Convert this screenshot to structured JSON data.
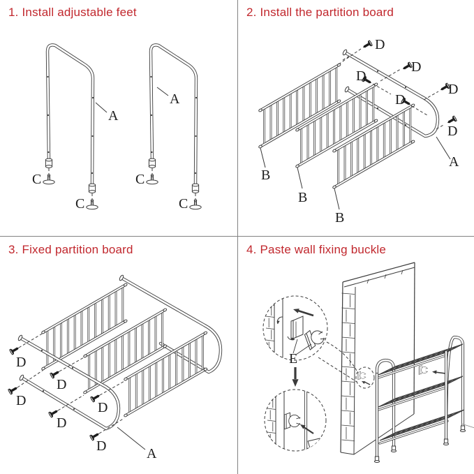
{
  "canvas": {
    "background": "#ffffff",
    "divider_color": "#828282",
    "line_color": "#3a3a3a",
    "accent_color": "#c1272d"
  },
  "panels": [
    {
      "step": "1",
      "title": "1. Install adjustable feet",
      "parts": {
        "frame": "A",
        "foot": "C"
      }
    },
    {
      "step": "2",
      "title": "2. Install the partition board",
      "parts": {
        "board": "B",
        "screw": "D",
        "frame": "A"
      }
    },
    {
      "step": "3",
      "title": "3. Fixed partition board",
      "parts": {
        "screw": "D",
        "frame": "A"
      }
    },
    {
      "step": "4",
      "title": "4. Paste wall fixing buckle",
      "parts": {
        "buckle": "E"
      }
    }
  ]
}
